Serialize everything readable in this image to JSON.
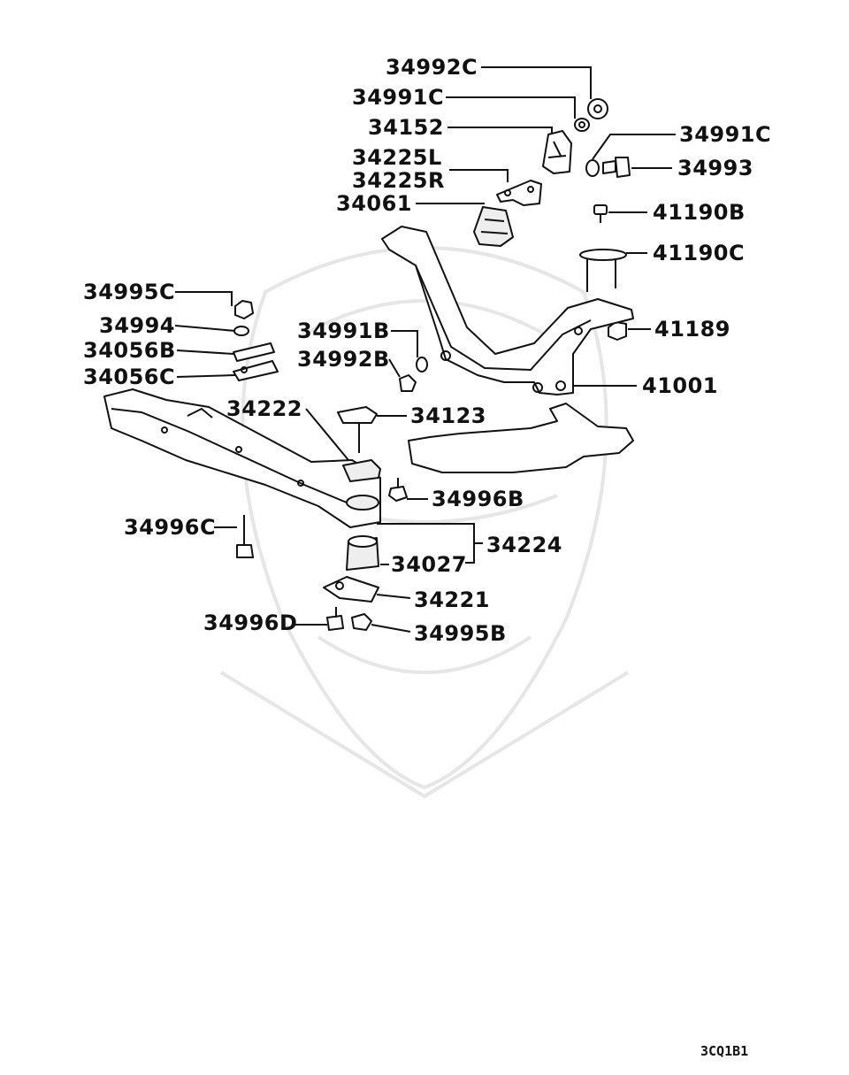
{
  "diagram_code": "3CQ1B1",
  "parts": {
    "p34992C_top": "34992C",
    "p34991C_left": "34991C",
    "p34152": "34152",
    "p34991C_right": "34991C",
    "p34225L": "34225L",
    "p34225R": "34225R",
    "p34993": "34993",
    "p34061": "34061",
    "p41190B": "41190B",
    "p41190C": "41190C",
    "p34995C": "34995C",
    "p34994": "34994",
    "p34056B": "34056B",
    "p34056C": "34056C",
    "p34991B": "34991B",
    "p34992B": "34992B",
    "p41189": "41189",
    "p41001": "41001",
    "p34222": "34222",
    "p34123": "34123",
    "p34996B": "34996B",
    "p34996C": "34996C",
    "p34224": "34224",
    "p34027": "34027",
    "p34221": "34221",
    "p34996D": "34996D",
    "p34995B": "34995B"
  }
}
